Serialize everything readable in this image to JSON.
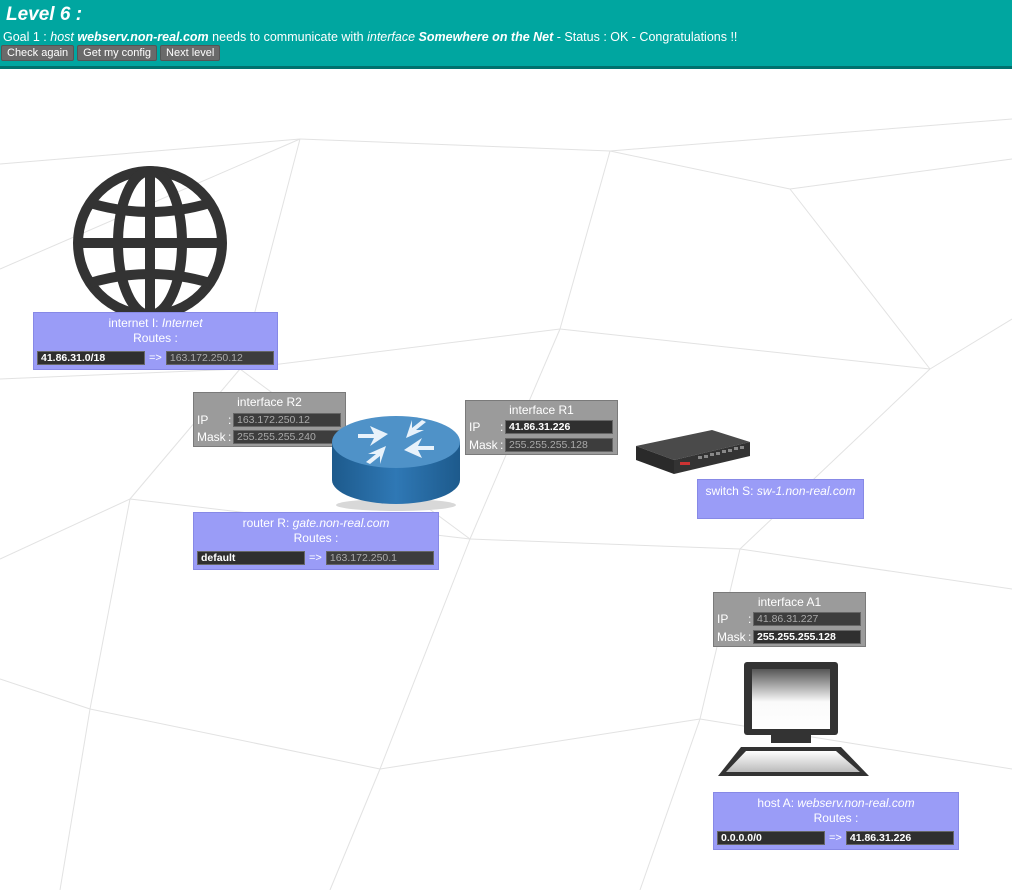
{
  "header": {
    "title": "Level 6 :",
    "goal": {
      "prefix": "Goal 1 : ",
      "host_word": "host",
      "host_name": "webserv.non-real.com",
      "middle": " needs to communicate with ",
      "iface_word": "interface",
      "iface_name": "Somewhere on the Net",
      "status": " - Status : OK - Congratulations !!"
    },
    "buttons": {
      "check": "Check again",
      "config": "Get my config",
      "next": "Next level"
    }
  },
  "internet": {
    "title": "internet I: ",
    "name": "Internet",
    "routes_label": "Routes :",
    "route_dest": "41.86.31.0/18",
    "arrow": "=>",
    "route_gw": "163.172.250.12"
  },
  "iface_r2": {
    "title": "interface R2",
    "ip_label": "IP",
    "mask_label": "Mask",
    "sep": ":",
    "ip": "163.172.250.12",
    "mask": "255.255.255.240"
  },
  "iface_r1": {
    "title": "interface R1",
    "ip_label": "IP",
    "mask_label": "Mask",
    "sep": ":",
    "ip": "41.86.31.226",
    "mask": "255.255.255.128"
  },
  "router": {
    "title": "router R: ",
    "name": "gate.non-real.com",
    "routes_label": "Routes :",
    "route_dest": "default",
    "arrow": "=>",
    "route_gw": "163.172.250.1"
  },
  "switch": {
    "title": "switch S: ",
    "name": "sw-1.non-real.com"
  },
  "iface_a1": {
    "title": "interface A1",
    "ip_label": "IP",
    "mask_label": "Mask",
    "sep": ":",
    "ip": "41.86.31.227",
    "mask": "255.255.255.128"
  },
  "host": {
    "title": "host A: ",
    "name": "webserv.non-real.com",
    "routes_label": "Routes :",
    "route_dest": "0.0.0.0/0",
    "arrow": "=>",
    "route_gw": "41.86.31.226"
  },
  "icons": [
    "globe-icon",
    "router-icon",
    "switch-icon",
    "computer-icon"
  ],
  "colors": {
    "header": "#00a6a0",
    "node_box": "#9a9cf7",
    "interface_box": "#9b9b9b",
    "field": "#2f2f2f"
  }
}
